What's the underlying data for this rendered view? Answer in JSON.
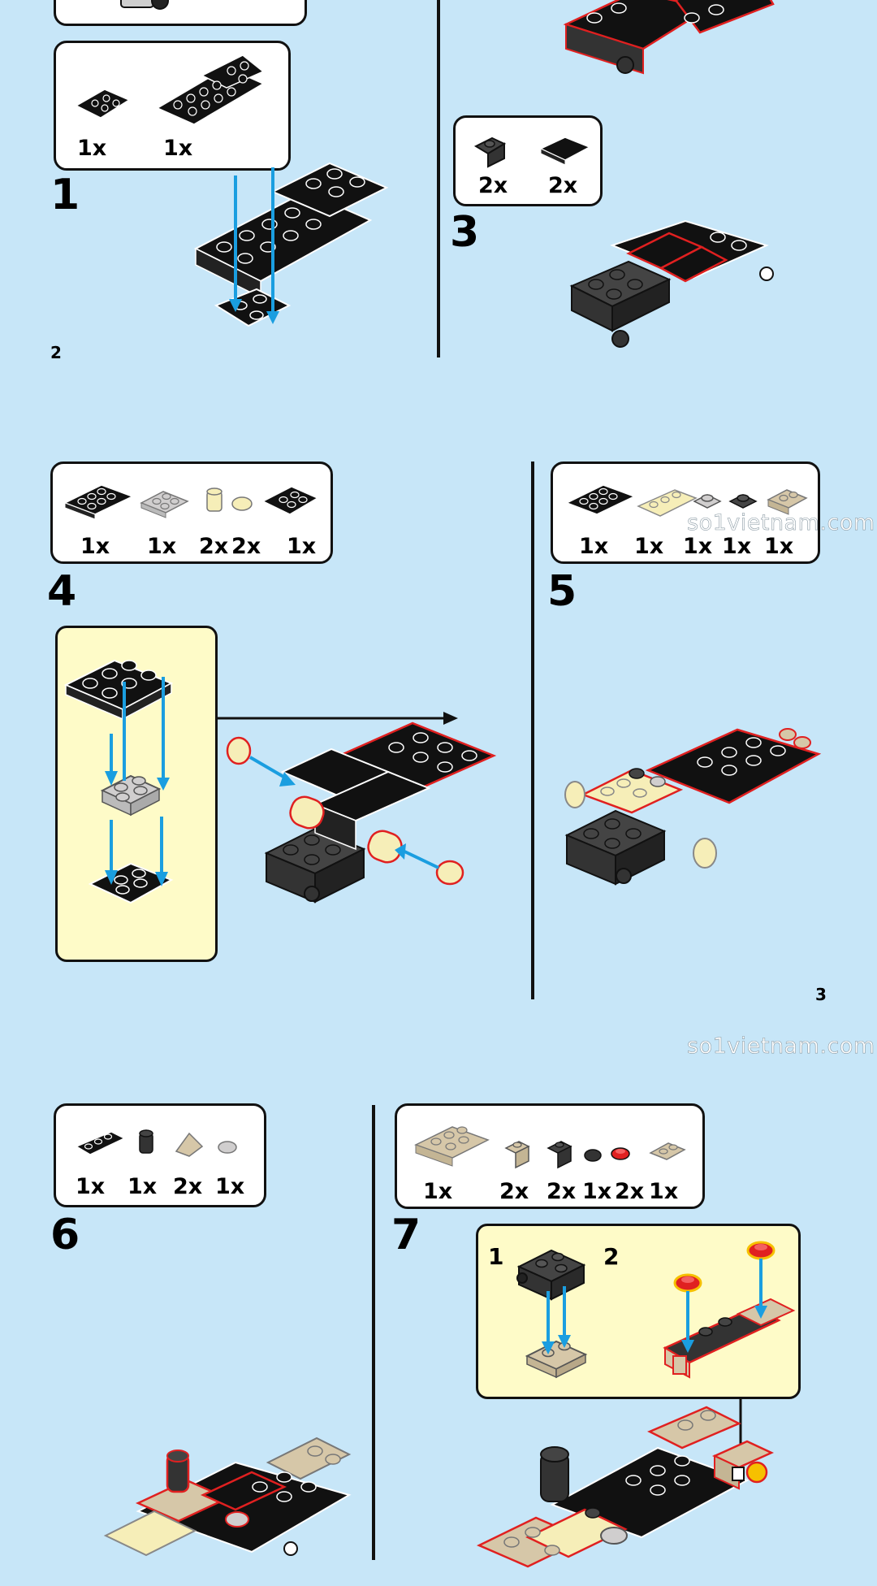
{
  "pages": {
    "top_left_number": "2",
    "bottom_right_number": "3"
  },
  "watermark": {
    "text_upper": "so1vietnam.com",
    "text_lower": "so1vietnam.com"
  },
  "steps": [
    {
      "number": "1",
      "parts": [
        "1x",
        "1x"
      ]
    },
    {
      "number": "3",
      "parts": [
        "2x",
        "2x"
      ]
    },
    {
      "number": "4",
      "parts": [
        "1x",
        "1x",
        "2x",
        "2x",
        "1x"
      ]
    },
    {
      "number": "5",
      "parts": [
        "1x",
        "1x",
        "1x",
        "1x",
        "1x"
      ]
    },
    {
      "number": "6",
      "parts": [
        "1x",
        "1x",
        "2x",
        "1x"
      ]
    },
    {
      "number": "7",
      "parts": [
        "1x",
        "2x",
        "2x",
        "1x",
        "2x",
        "1x"
      ],
      "substeps": [
        "1",
        "2"
      ]
    }
  ],
  "colors": {
    "background": "#c7e6f8",
    "callout": "#fefbc8",
    "arrow": "#1a9ee0",
    "highlight": "#e02020",
    "tan": "#d6c7a8",
    "cream": "#f6eeb8",
    "light_gray": "#d0cece",
    "dark_gray": "#444444"
  },
  "icons": {
    "brick": "lego-brick-icon",
    "arrow": "assembly-arrow-icon"
  }
}
